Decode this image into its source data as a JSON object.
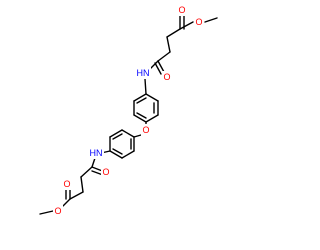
{
  "molecule": {
    "atoms": {
      "o_ester_top": "O",
      "o_carbonyl_top": "O",
      "nh_top": "HN",
      "o_amide_top": "O",
      "o_ether": "O",
      "nh_bottom": "HN",
      "o_amide_bottom": "O",
      "o_carbonyl_bottom": "O",
      "o_ester_bottom": "O"
    },
    "colors": {
      "bond": "#000000",
      "oxygen": "#ff0000",
      "nitrogen": "#0000ff"
    }
  }
}
